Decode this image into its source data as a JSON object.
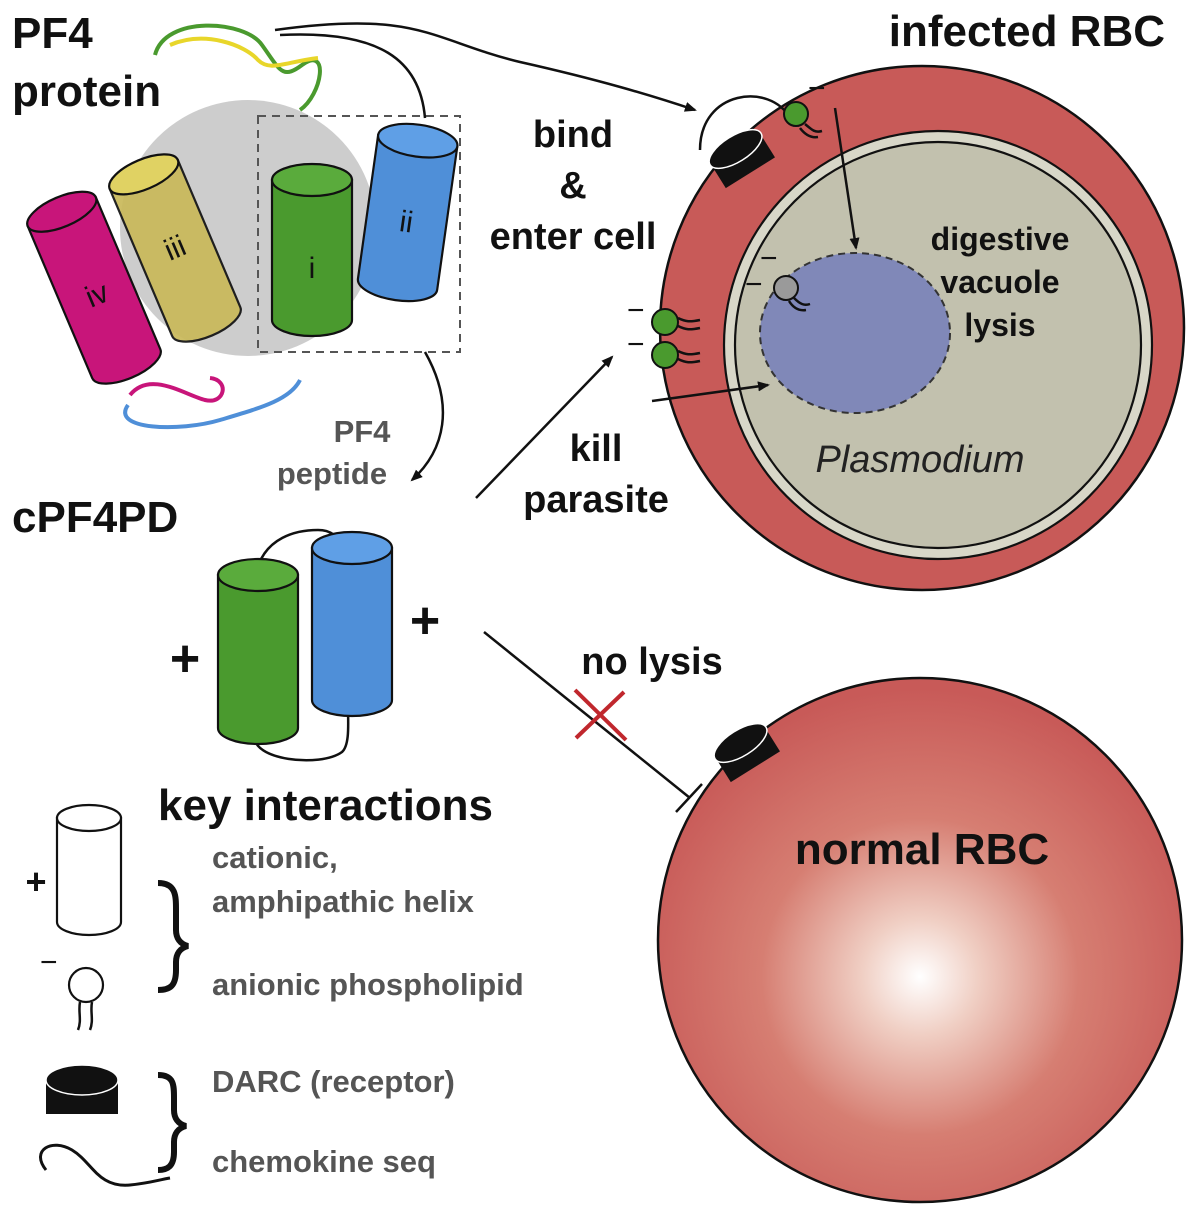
{
  "title_pf4_line1": "PF4",
  "title_pf4_line2": "protein",
  "title_infected": "infected RBC",
  "bind_line1": "bind",
  "bind_line2": "&",
  "bind_line3": "enter cell",
  "digestive_line1": "digestive",
  "digestive_line2": "vacuole",
  "digestive_line3": "lysis",
  "plasmodium": "Plasmodium",
  "pf4_peptide_line1": "PF4",
  "pf4_peptide_line2": "peptide",
  "cpf4pd": "cPF4PD",
  "kill_line1": "kill",
  "kill_line2": "parasite",
  "no_lysis": "no lysis",
  "normal_rbc": "normal RBC",
  "key_title": "key interactions",
  "key_cationic_line1": "cationic,",
  "key_cationic_line2": "amphipathic helix",
  "key_anionic": "anionic phospholipid",
  "key_darc": "DARC (receptor)",
  "key_chemokine": "chemokine seq",
  "helix_labels": {
    "i": "i",
    "ii": "ii",
    "iii": "iii",
    "iv": "iv"
  },
  "charge_plus": "+",
  "charge_minus": "−",
  "colors": {
    "green_helix": "#4a9a2e",
    "blue_helix": "#4f8fd8",
    "yellow_helix": "#c9b95a",
    "magenta_helix": "#c8157a",
    "rbc_red": "#c85a58",
    "parasite_grey": "#c2c1ae",
    "vacuole_blue": "#8088b8",
    "inhibition_x": "#c0272d"
  }
}
